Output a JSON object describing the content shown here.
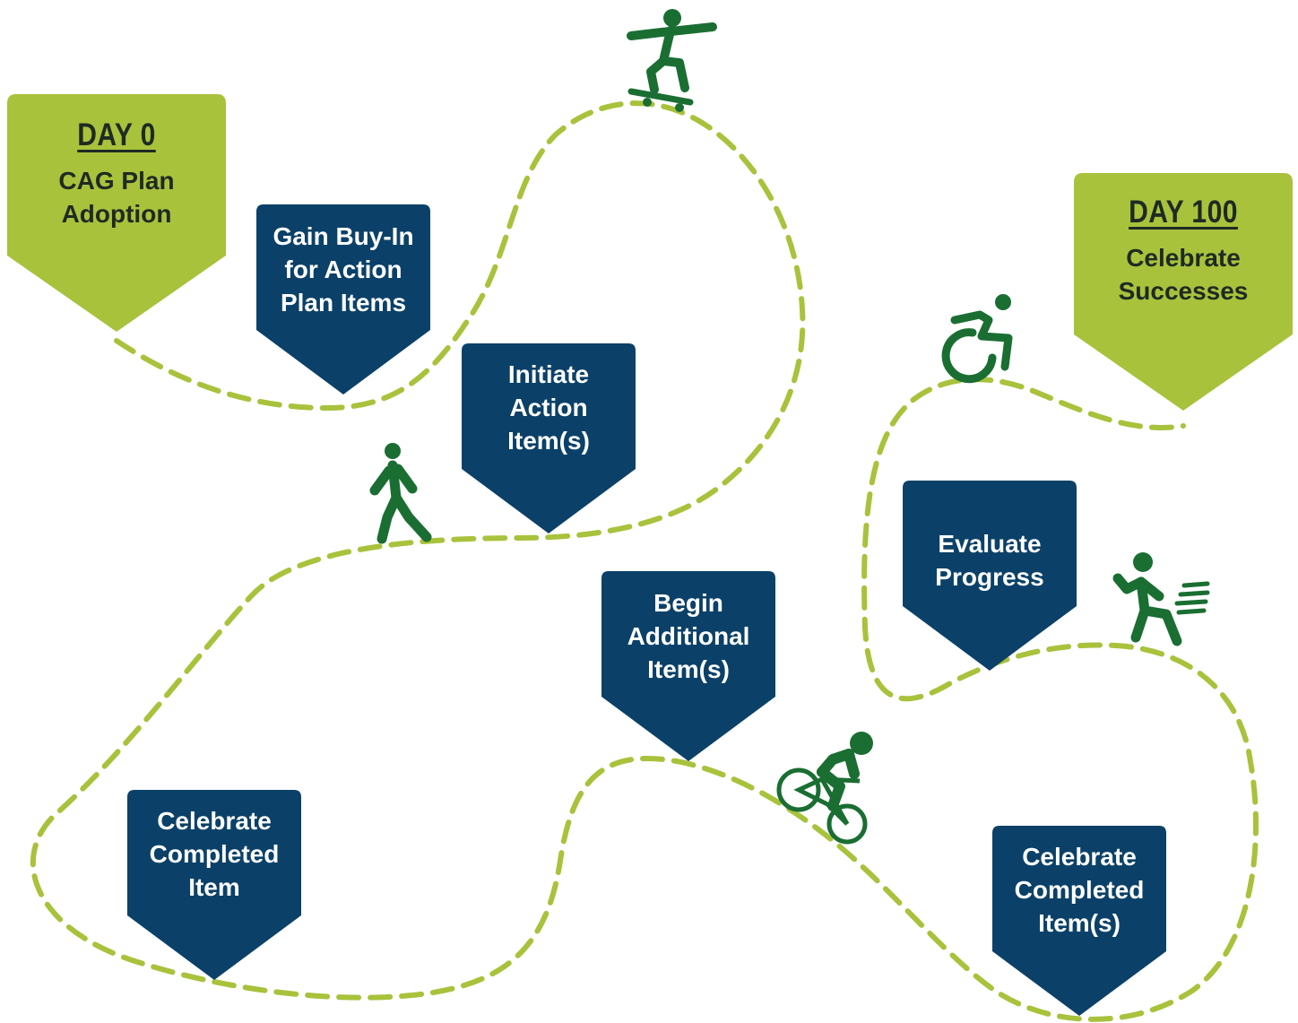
{
  "colors": {
    "path": "#a8c23c",
    "green_marker": "#a8c23c",
    "blue_marker": "#0b4168",
    "figure": "#1a6e32"
  },
  "milestones": {
    "day0": {
      "heading": "DAY 0",
      "label": [
        "CAG Plan",
        "Adoption"
      ]
    },
    "day100": {
      "heading": "DAY 100",
      "label": [
        "Celebrate",
        "Successes"
      ]
    }
  },
  "steps": {
    "gain_buy_in": [
      "Gain Buy-In",
      "for Action",
      "Plan Items"
    ],
    "initiate": [
      "Initiate",
      "Action",
      "Item(s)"
    ],
    "celebrate_item": [
      "Celebrate",
      "Completed",
      "Item"
    ],
    "begin_additional": [
      "Begin",
      "Additional",
      "Item(s)"
    ],
    "celebrate_items": [
      "Celebrate",
      "Completed",
      "Item(s)"
    ],
    "evaluate": [
      "Evaluate",
      "Progress"
    ]
  },
  "figures": [
    "skateboarder-icon",
    "walker-icon",
    "cyclist-icon",
    "wheelchair-user-icon",
    "runner-icon"
  ]
}
